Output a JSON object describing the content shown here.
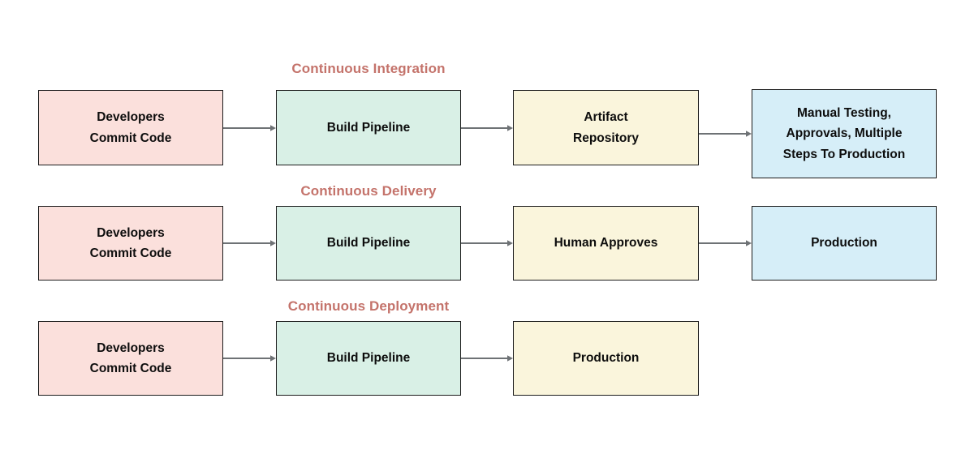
{
  "diagram": {
    "title_color": "#c4736b",
    "arrow_color": "#6e7275",
    "border_color": "#1c1c1c",
    "background": "#ffffff",
    "palette": {
      "pink": "#fbe0dc",
      "green": "#d9f0e6",
      "yellow": "#faf5dc",
      "blue": "#d6eef8"
    },
    "rows": [
      {
        "title": "Continuous Integration",
        "nodes": [
          {
            "label": "Developers\nCommit Code",
            "color": "pink"
          },
          {
            "label": "Build Pipeline",
            "color": "green"
          },
          {
            "label": "Artifact\nRepository",
            "color": "yellow"
          },
          {
            "label": "Manual Testing,\nApprovals, Multiple\nSteps To Production",
            "color": "blue"
          }
        ]
      },
      {
        "title": "Continuous Delivery",
        "nodes": [
          {
            "label": "Developers\nCommit Code",
            "color": "pink"
          },
          {
            "label": "Build Pipeline",
            "color": "green"
          },
          {
            "label": "Human Approves",
            "color": "yellow"
          },
          {
            "label": "Production",
            "color": "blue"
          }
        ]
      },
      {
        "title": "Continuous Deployment",
        "nodes": [
          {
            "label": "Developers\nCommit Code",
            "color": "pink"
          },
          {
            "label": "Build Pipeline",
            "color": "green"
          },
          {
            "label": "Production",
            "color": "yellow"
          }
        ]
      }
    ]
  }
}
